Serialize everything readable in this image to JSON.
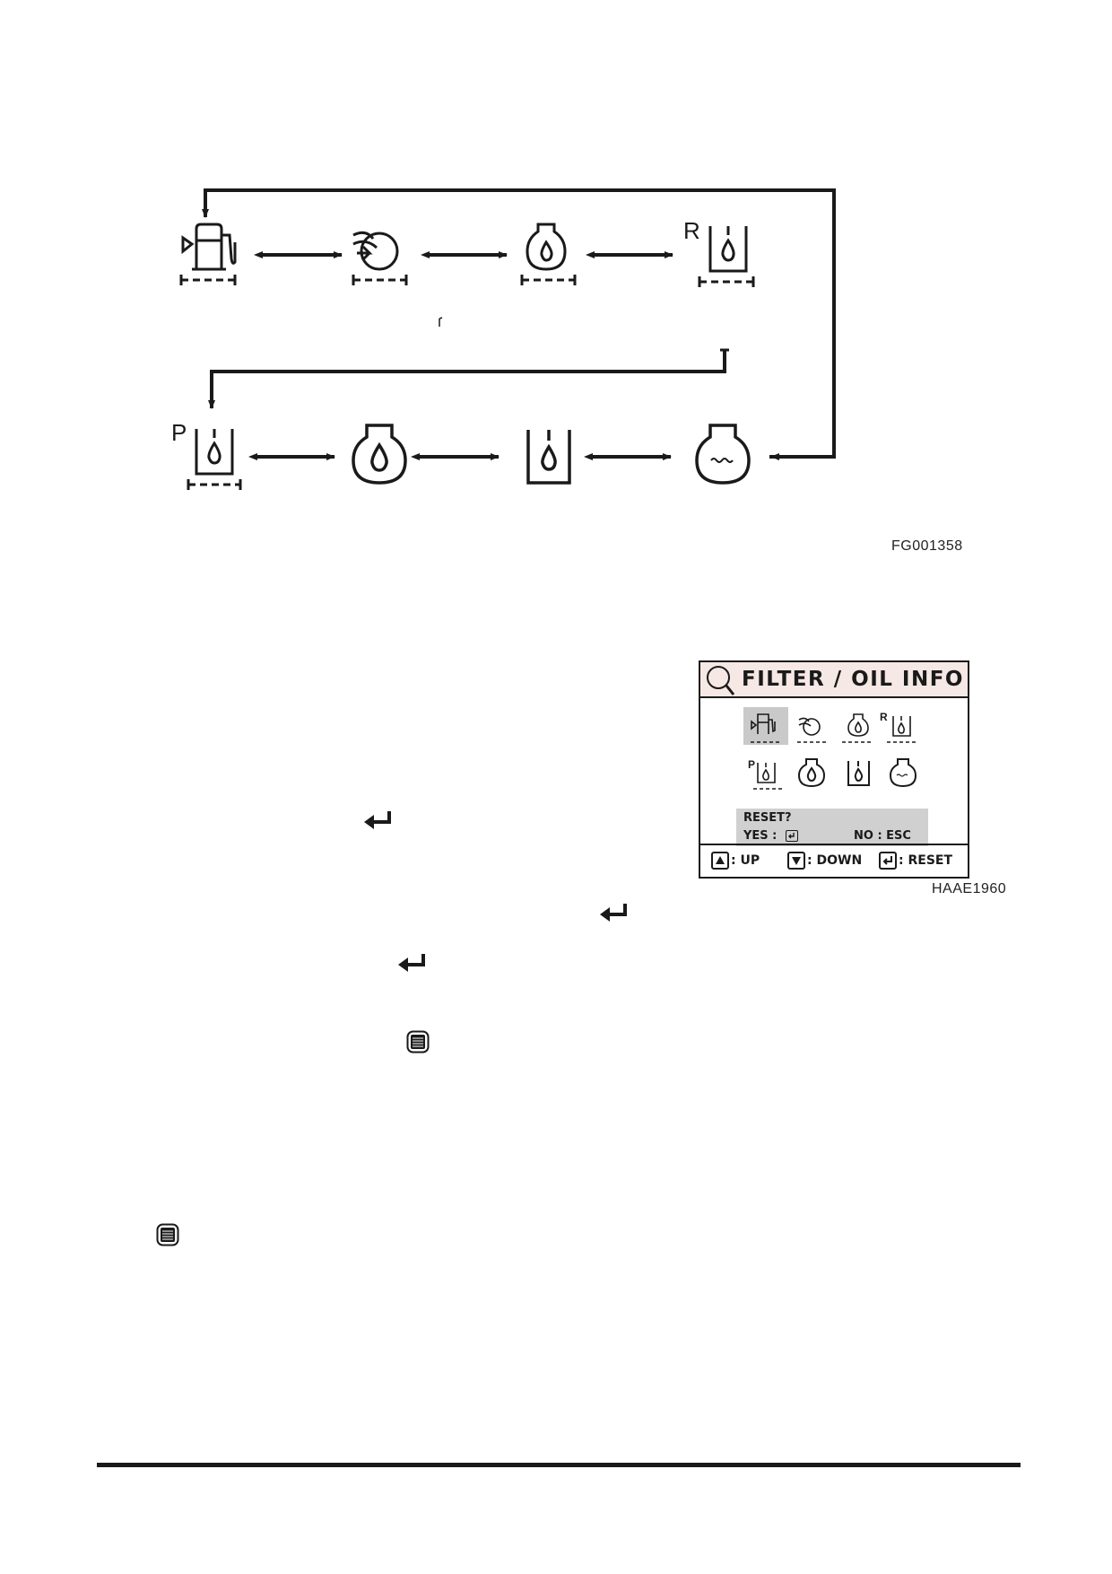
{
  "figure1": {
    "code": "FG001358",
    "row1": [
      {
        "icon": "fuel-filter-icon",
        "tag": ""
      },
      {
        "icon": "air-cleaner-icon",
        "tag": ""
      },
      {
        "icon": "engine-oil-filter-icon",
        "tag": ""
      },
      {
        "icon": "return-filter-icon",
        "tag": "R"
      }
    ],
    "row2": [
      {
        "icon": "pilot-filter-icon",
        "tag": "P"
      },
      {
        "icon": "engine-oil-icon",
        "tag": ""
      },
      {
        "icon": "hydraulic-oil-icon",
        "tag": ""
      },
      {
        "icon": "coolant-icon",
        "tag": ""
      }
    ]
  },
  "figure2": {
    "code": "HAAE1960",
    "title": "FILTER / OIL INFO",
    "tag_r": "R",
    "tag_p": "P",
    "reset_prompt": "RESET?",
    "yes_label": "YES :",
    "no_label": "NO : ESC",
    "up_label": ": UP",
    "down_label": ": DOWN",
    "reset_label": ": RESET",
    "colors": {
      "title_bg": "#f6e8e4",
      "highlight": "#c9c9c9",
      "dialog_bg": "#d0d0d0"
    }
  },
  "inline_icons": [
    "enter-key-icon",
    "enter-key-icon",
    "enter-key-icon",
    "menu-key-icon",
    "menu-key-icon"
  ]
}
